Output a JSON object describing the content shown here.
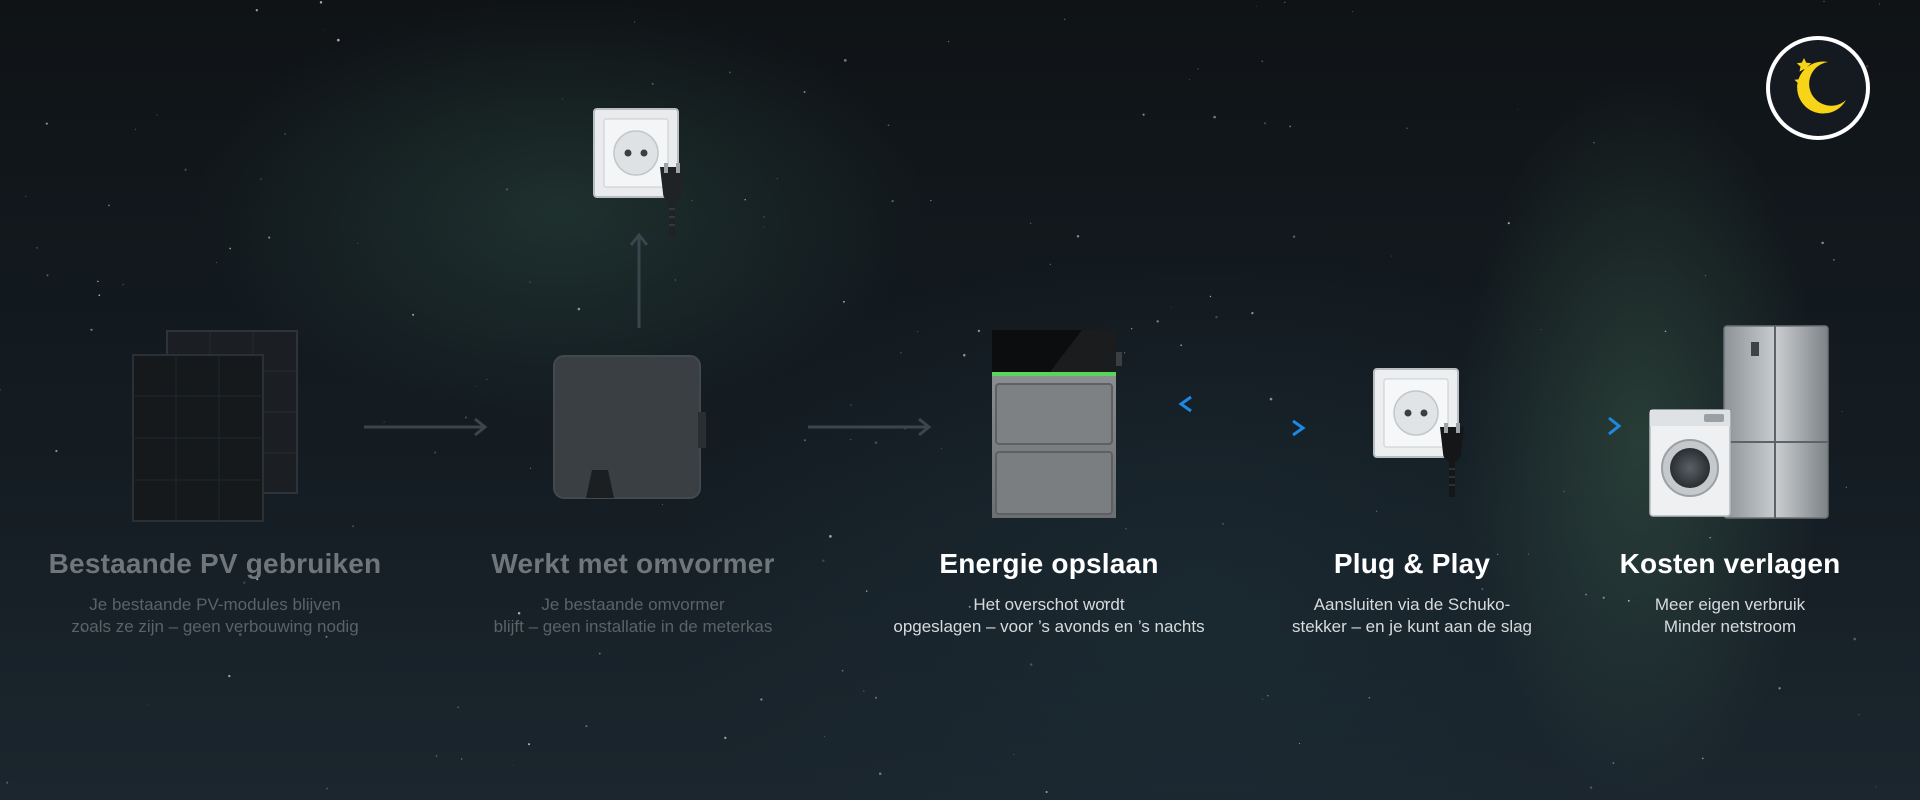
{
  "mode_icon": {
    "name": "moon-stars-icon",
    "color": "#f7d417"
  },
  "colors": {
    "arrow_dim": "#3b454c",
    "arrow_blue": "#1e88e5",
    "arrow_teal": "#19c4a8",
    "title_bright": "#ffffff",
    "title_dim": "#6f767c"
  },
  "steps": [
    {
      "title": "Bestaande PV gebruiken",
      "line1": "Je bestaande PV-modules blijven",
      "line2": "zoals ze zijn – geen verbouwing nodig",
      "icon": "solar-panels-icon",
      "state": "dim"
    },
    {
      "title": "Werkt met omvormer",
      "line1": "Je bestaande omvormer",
      "line2": "blijft – geen installatie in de meterkas",
      "icon": "inverter-icon",
      "state": "dim"
    },
    {
      "title": "Energie opslaan",
      "line1": "Het overschot wordt",
      "line2": "opgeslagen – voor ’s avonds en ’s nachts",
      "icon": "battery-storage-icon",
      "state": "bright"
    },
    {
      "title": "Plug & Play",
      "line1": "Aansluiten via de Schuko-",
      "line2": "stekker – en je kunt aan de slag",
      "icon": "schuko-socket-icon",
      "state": "bright"
    },
    {
      "title": "Kosten verlagen",
      "line1": "Meer eigen verbruik",
      "line2": "Minder netstroom",
      "icon": "appliances-icon",
      "state": "bright"
    }
  ]
}
